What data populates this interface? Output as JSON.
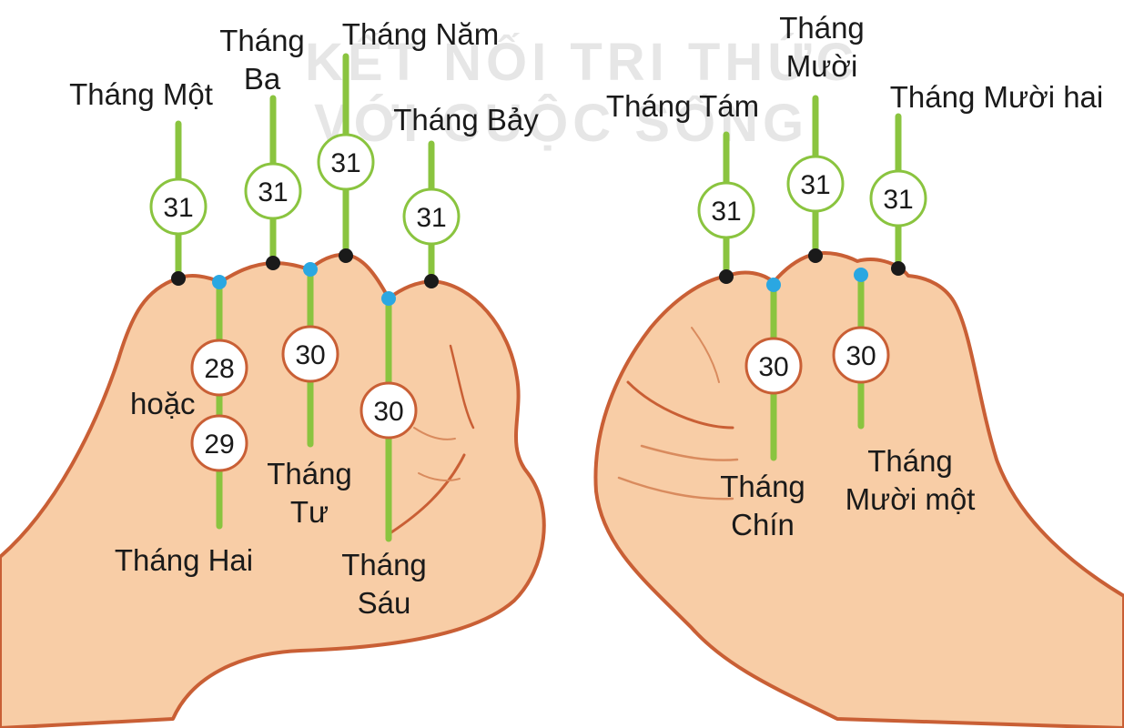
{
  "watermark": {
    "line1": "KẾT NỐI TRI THỨC",
    "line2": "VỚI CUỘC SỐNG"
  },
  "conjunction": "hoặc",
  "colors": {
    "skin": "#f8cda6",
    "outline": "#c95f35",
    "line": "#8ac43f",
    "knuckle": "#1a1a1a",
    "groove": "#2aa7e2"
  },
  "left_hand": {
    "knuckles": [
      {
        "month_lines": [
          "Tháng Một"
        ],
        "days": "31"
      },
      {
        "month_lines": [
          "Tháng",
          "Ba"
        ],
        "days": "31"
      },
      {
        "month_lines": [
          "Tháng Năm"
        ],
        "days": "31"
      },
      {
        "month_lines": [
          "Tháng Bảy"
        ],
        "days": "31"
      }
    ],
    "grooves": [
      {
        "month_lines": [
          "Tháng Hai"
        ],
        "days": [
          "28",
          "29"
        ]
      },
      {
        "month_lines": [
          "Tháng",
          "Tư"
        ],
        "days": [
          "30"
        ]
      },
      {
        "month_lines": [
          "Tháng",
          "Sáu"
        ],
        "days": [
          "30"
        ]
      }
    ]
  },
  "right_hand": {
    "knuckles": [
      {
        "month_lines": [
          "Tháng Tám"
        ],
        "days": "31"
      },
      {
        "month_lines": [
          "Tháng",
          "Mười"
        ],
        "days": "31"
      },
      {
        "month_lines": [
          "Tháng Mười hai"
        ],
        "days": "31"
      }
    ],
    "grooves": [
      {
        "month_lines": [
          "Tháng",
          "Chín"
        ],
        "days": [
          "30"
        ]
      },
      {
        "month_lines": [
          "Tháng",
          "Mười một"
        ],
        "days": [
          "30"
        ]
      }
    ]
  }
}
